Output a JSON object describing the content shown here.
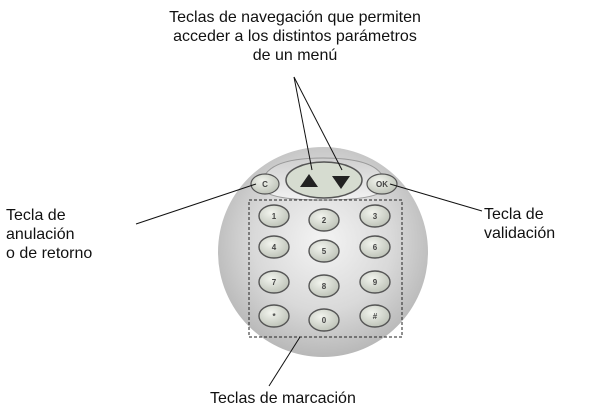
{
  "labels": {
    "navigation": [
      "Teclas de navegación que permiten",
      "acceder a los distintos parámetros",
      "de un menú"
    ],
    "cancel": [
      "Tecla de",
      "anulación",
      "o de retorno"
    ],
    "validate": [
      "Tecla de",
      "validación"
    ],
    "dial": "Teclas de marcación"
  },
  "keys": {
    "cancel_key": "C",
    "ok_key": "OK",
    "keypad": [
      "1",
      "2",
      "3",
      "4",
      "5",
      "6",
      "7",
      "8",
      "9",
      "*",
      "0",
      "#"
    ]
  },
  "colors": {
    "phone_body": "#d4d4d4",
    "key_fill": "#cfd3c9",
    "key_stroke": "#555555",
    "line": "#111111"
  }
}
